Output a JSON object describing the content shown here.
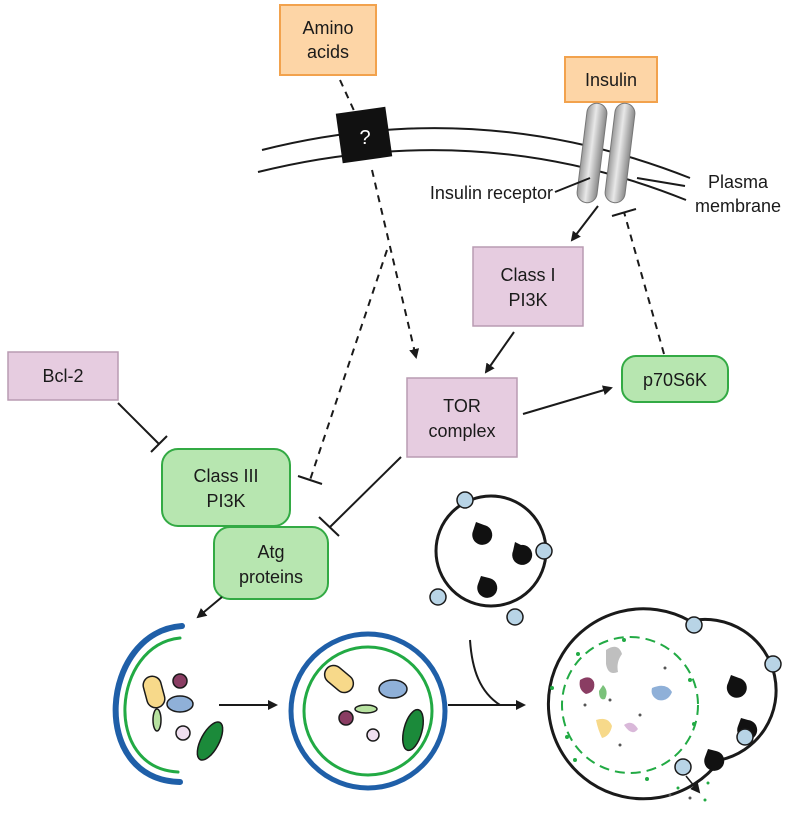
{
  "nodes": {
    "amino_acids": {
      "line1": "Amino",
      "line2": "acids"
    },
    "unknown_receptor": "?",
    "insulin": "Insulin",
    "insulin_receptor": "Insulin receptor",
    "plasma_membrane": {
      "line1": "Plasma",
      "line2": "membrane"
    },
    "class1_pi3k": {
      "line1": "Class I",
      "line2": "PI3K"
    },
    "bcl2": "Bcl-2",
    "tor_complex": {
      "line1": "TOR",
      "line2": "complex"
    },
    "p70s6k": "p70S6K",
    "class3_pi3k": {
      "line1": "Class III",
      "line2": "PI3K"
    },
    "atg_proteins": {
      "line1": "Atg",
      "line2": "proteins"
    }
  },
  "colors": {
    "nutrient_box": "#fdd5a6",
    "kinase_box": "#e6cce0",
    "effector_box": "#b7e6b0",
    "phagophore_outer": "#1f5fa8",
    "phagophore_inner": "#22aa44",
    "lysosome_marker": "#b8d4e6"
  }
}
